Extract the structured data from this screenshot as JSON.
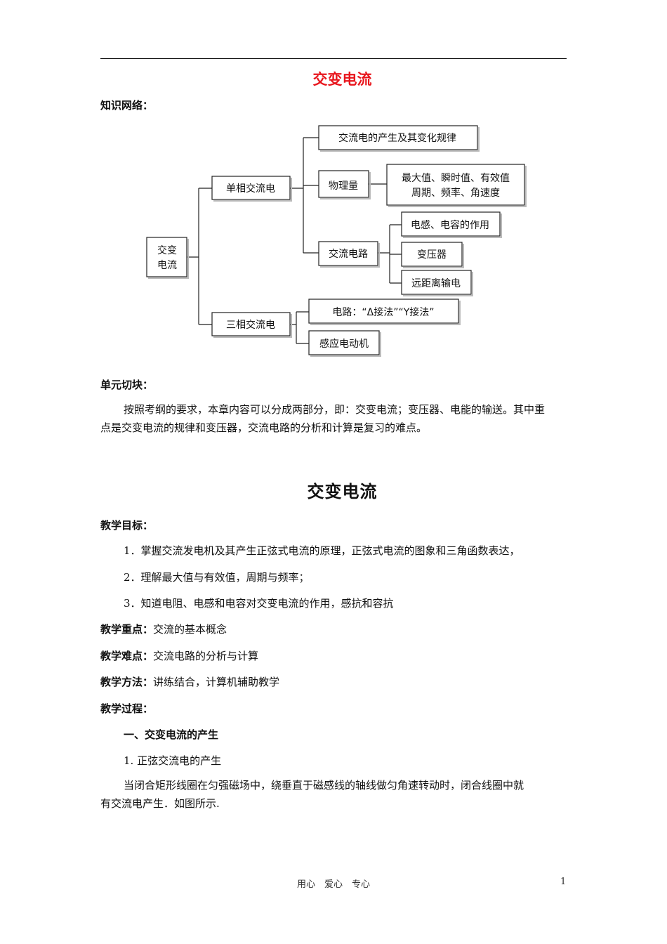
{
  "header": {
    "title": "交变电流"
  },
  "section1": {
    "heading": "知识网络："
  },
  "diagram": {
    "root": [
      "交变",
      "电流"
    ],
    "single_phase": "单相交流电",
    "three_phase": "三相交流电",
    "generation": "交流电的产生及其变化规律",
    "physical_quantity": "物理量",
    "quantities": [
      "最大值、瞬时值、有效值",
      "周期、频率、角速度"
    ],
    "ac_circuit": "交流电路",
    "inductance_capacitance": "电感、电容的作用",
    "transformer": "变压器",
    "long_distance": "远距离输电",
    "connection": "电路：“Δ接法”“Y接法”",
    "induction_motor": "感应电动机"
  },
  "section2": {
    "heading": "单元切块：",
    "paragraph_line1": "按照考纲的要求，本章内容可以分成两部分，即：交变电流；变压器、电能的输送。其中重",
    "paragraph_line2": "点是交变电流的规律和变压器，交流电路的分析和计算是复习的难点。"
  },
  "lesson": {
    "title": "交变电流",
    "goals_heading": "教学目标：",
    "goals": [
      "1．掌握交流发电机及其产生正弦式电流的原理，正弦式电流的图象和三角函数表达，",
      "2．理解最大值与有效值，周期与频率；",
      "3．知道电阻、电感和电容对交变电流的作用，感抗和容抗"
    ],
    "key_label": "教学重点：",
    "key_value": "交流的基本概念",
    "difficulty_label": "教学难点：",
    "difficulty_value": "交流电路的分析与计算",
    "method_label": "教学方法：",
    "method_value": "讲练结合，计算机辅助教学",
    "process_heading": "教学过程：",
    "part1_heading": "一、交变电流的产生",
    "part1_sub": "1. 正弦交流电的产生",
    "para_line1": "当闭合矩形线圈在匀强磁场中，绕垂直于磁感线的轴线做匀角速转动时，闭合线圈中就",
    "para_line2": "有交流电产生．如图所示."
  },
  "footer": {
    "text": "用心　爱心　专心",
    "page": "1"
  }
}
